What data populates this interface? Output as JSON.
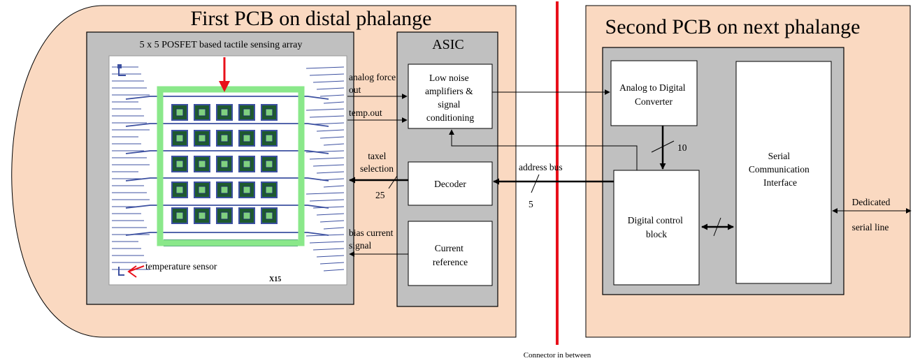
{
  "pcb1": {
    "title": "First PCB on distal phalange",
    "array_label": "5 x 5 POSFET based tactile sensing array",
    "chip_code": "X15",
    "temperature_sensor": "temperature sensor",
    "asic_title": "ASIC",
    "lna": [
      "Low noise",
      "amplifiers &",
      "signal",
      "conditioning"
    ],
    "decoder": "Decoder",
    "current_ref": [
      "Current",
      "reference"
    ],
    "signals": {
      "analog_force": [
        "analog force",
        "out"
      ],
      "temp_out": "temp.out",
      "taxel_selection": [
        "taxel",
        "selection"
      ],
      "taxel_count": "25",
      "bias_current": [
        "bias current",
        "signal"
      ]
    }
  },
  "pcb2": {
    "title": "Second PCB on next phalange",
    "adc": [
      "Analog to Digital",
      "Converter"
    ],
    "bits": "10",
    "dcb": [
      "Digital control",
      "block"
    ],
    "sci": [
      "Serial",
      "Communication",
      "Interface"
    ],
    "dedicated": [
      "Dedicated",
      "serial line"
    ]
  },
  "address_bus": {
    "label": "address bus",
    "width": "5"
  },
  "connector": "Connector in between",
  "colors": {
    "pcb_fill": "#FAD9C1",
    "gray": "#C0C0C0",
    "connector": "#E8101A",
    "chip_blue": "#3C50A0",
    "chip_green": "#8AE88A"
  }
}
